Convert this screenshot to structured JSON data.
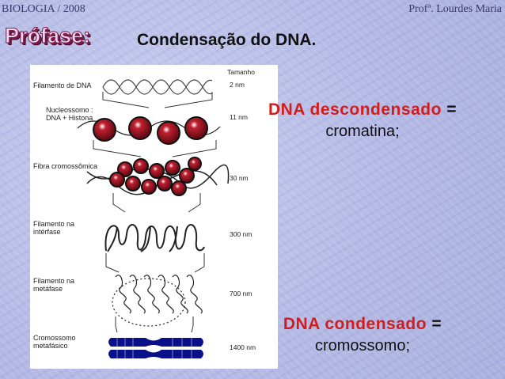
{
  "header": {
    "left": "BIOLOGIA / 2008",
    "right": "Profª. Lourdes Maria"
  },
  "title": "Prófase:",
  "subtitle": "Condensação do DNA.",
  "figure": {
    "size_header": "Tamanho",
    "labels": [
      "Filamento de DNA",
      "Nucleossomo :",
      "DNA + Histona",
      "Fibra cromossômica",
      "Filamento na",
      "intérfase",
      "Filamento na",
      "metáfase",
      "Cromossomo",
      "metafásico"
    ],
    "sizes": [
      "2 nm",
      "11 nm",
      "30 nm",
      "300 nm",
      "700 nm",
      "1400 nm"
    ]
  },
  "box_top": {
    "word1": "DNA",
    "word2": "descondensado",
    "eq": "=",
    "line2": "cromatina;"
  },
  "box_bottom": {
    "word1": "DNA",
    "word2": "condensado",
    "eq": "=",
    "line2": "cromossomo;"
  },
  "colors": {
    "accent_red": "#d21d1d",
    "nucleosome": "#8c1020",
    "chromosome": "#0a0f8a"
  }
}
